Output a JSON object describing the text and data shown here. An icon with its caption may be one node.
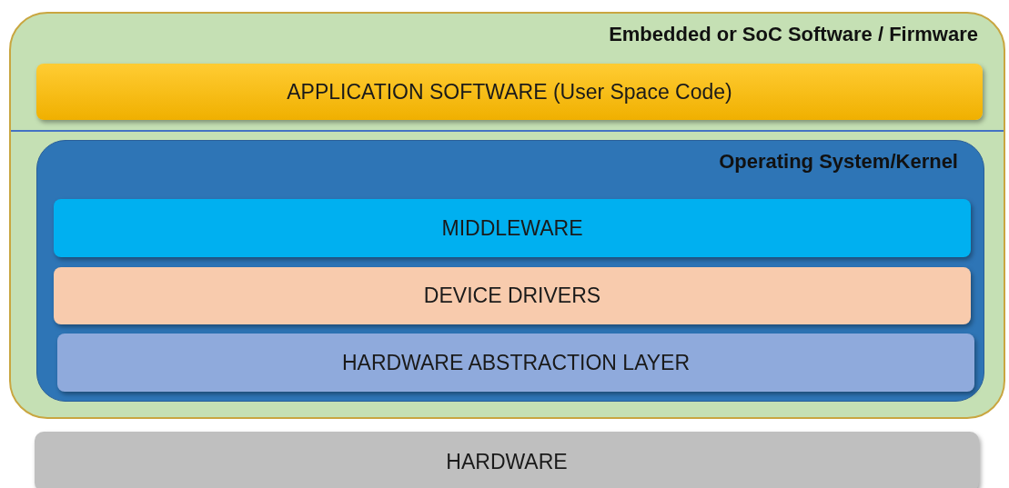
{
  "diagram": {
    "nodes": [
      {
        "text": [
          "Embedded or SoC Software / Firmware"
        ]
      },
      {
        "text": [
          "APPLICATION SOFTWARE (User Space Code)"
        ],
        "in": 0
      },
      {
        "text": [
          "Operating System/Kernel"
        ],
        "in": 0
      },
      {
        "text": [
          "MIDDLEWARE"
        ],
        "in": 2
      },
      {
        "text": [
          "DEVICE DRIVERS"
        ],
        "in": 2
      },
      {
        "text": [
          "HARDWARE ABSTRACTION LAYER"
        ],
        "in": 2
      },
      {
        "text": [
          "HARDWARE"
        ]
      }
    ],
    "edges": []
  }
}
